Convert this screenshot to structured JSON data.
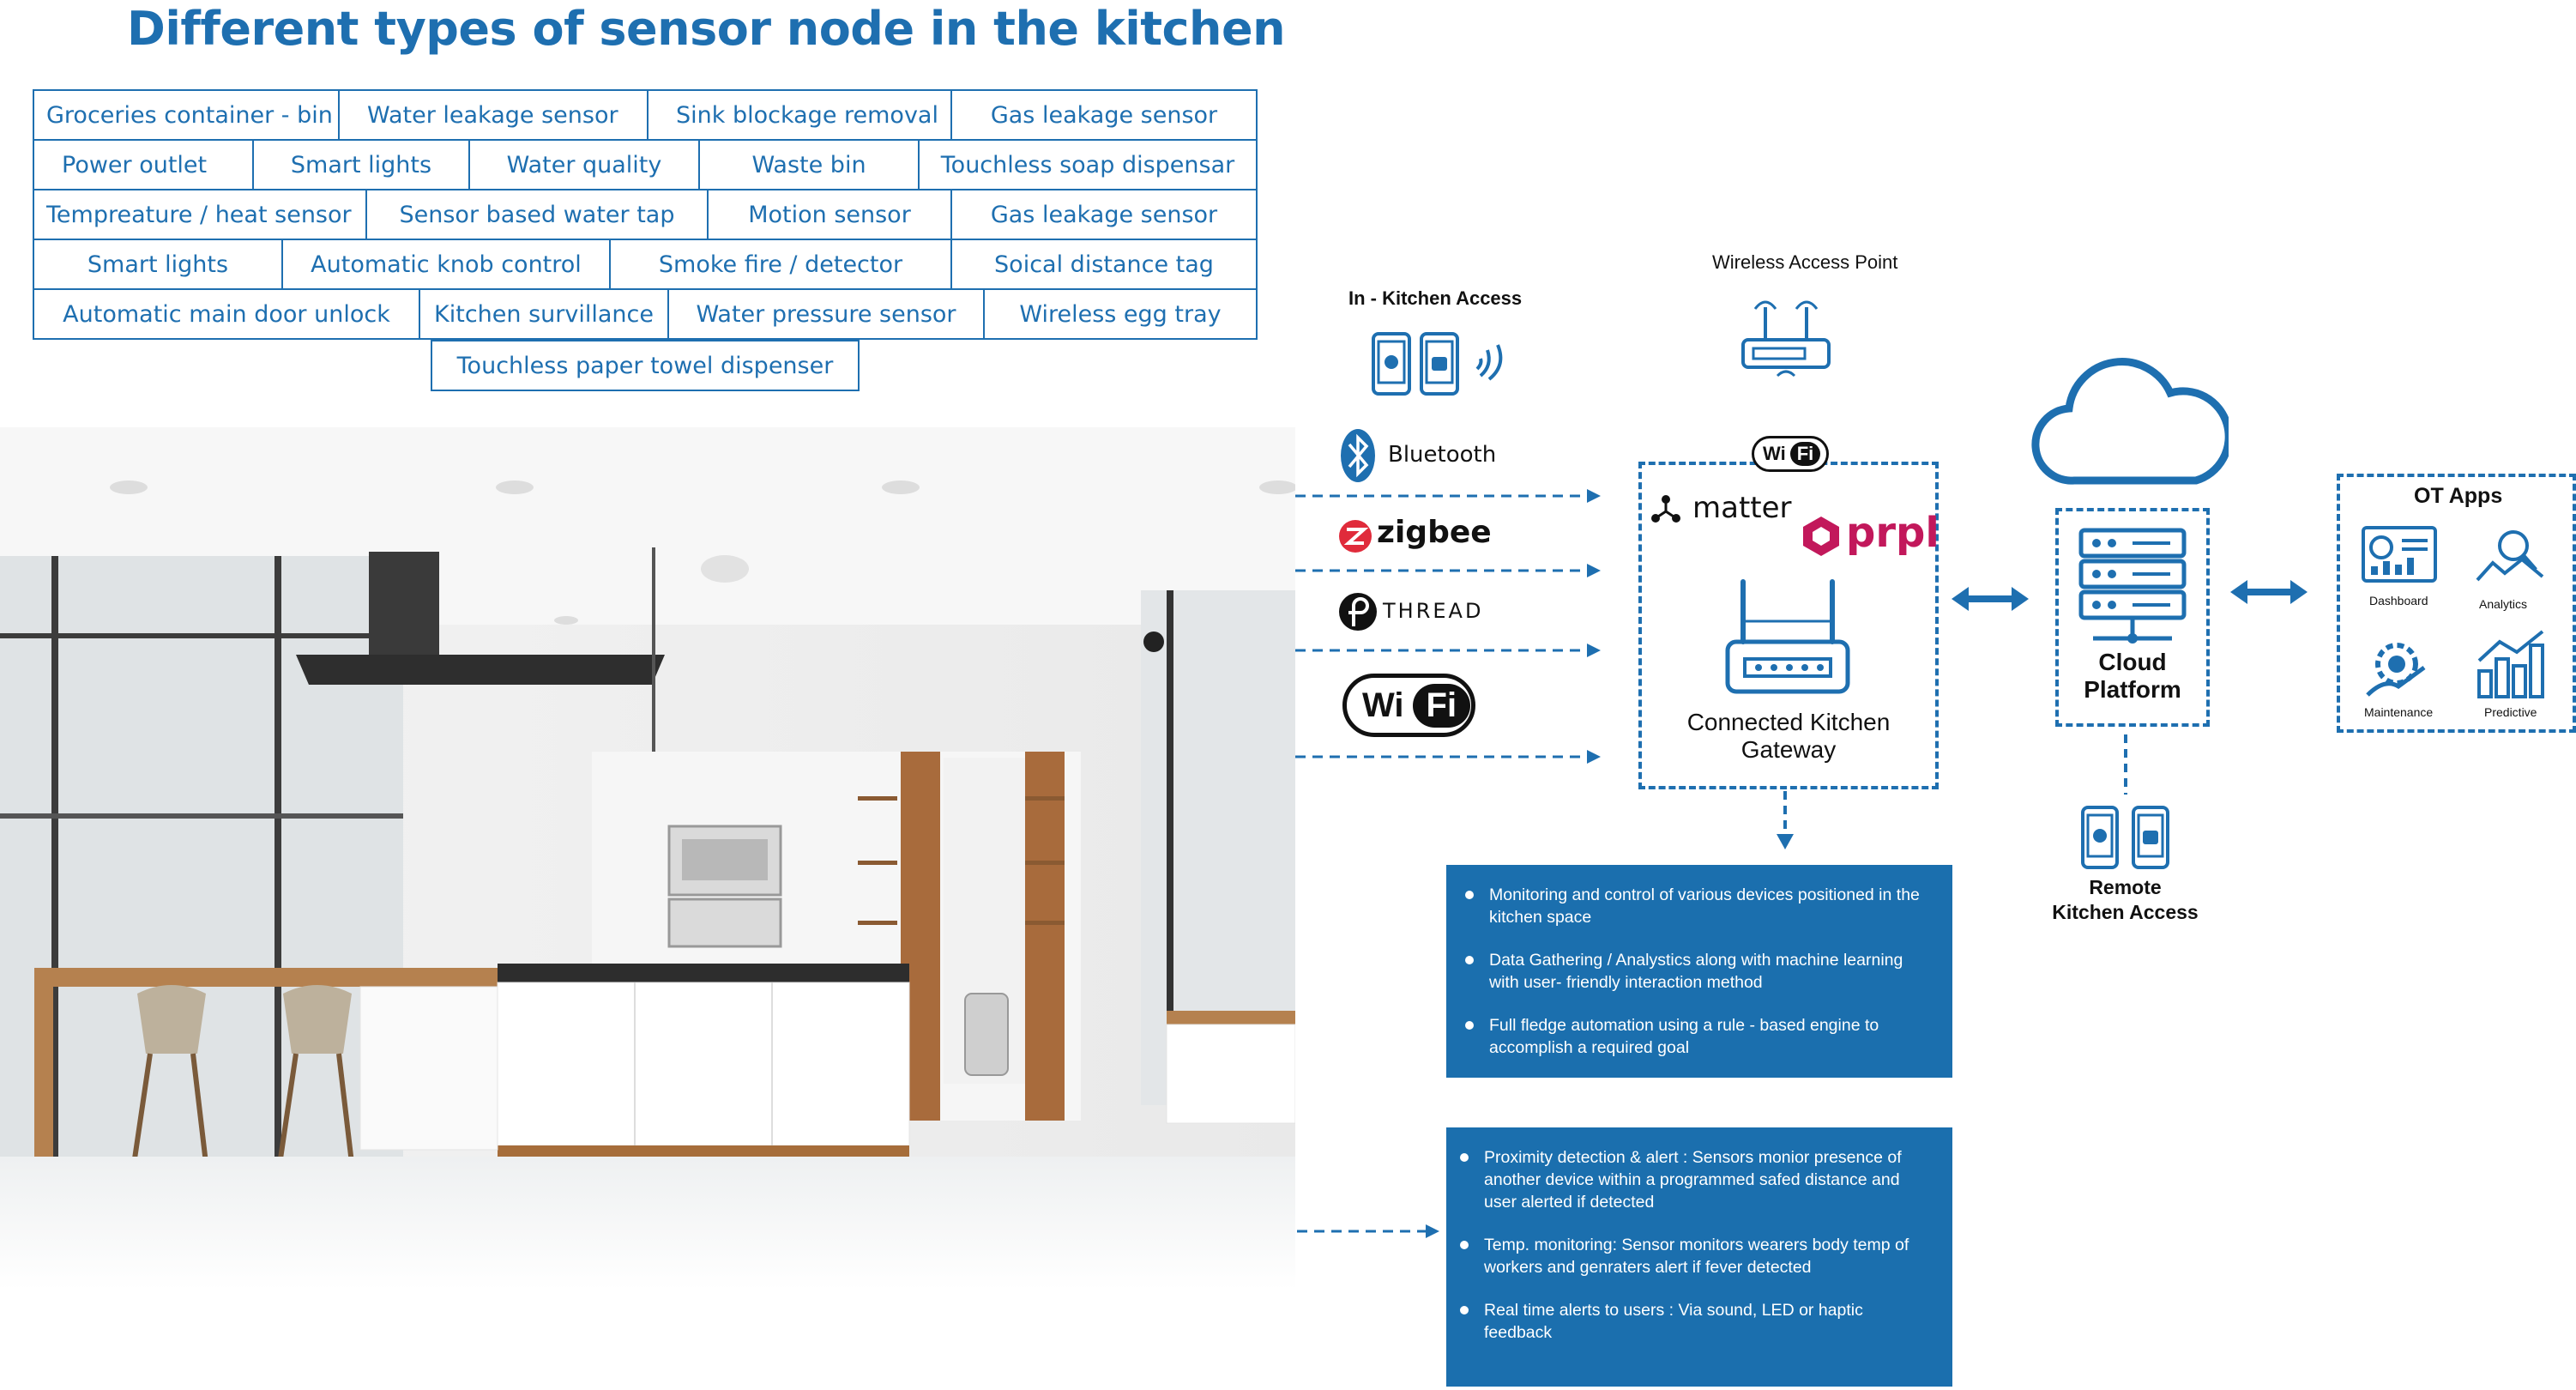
{
  "title": "Different types of sensor node in the kitchen",
  "sensor_grid": {
    "rows": [
      [
        "Groceries container - bin",
        "Water leakage sensor",
        "Sink blockage removal",
        "Gas leakage sensor"
      ],
      [
        "Power outlet",
        "Smart lights",
        "Water quality",
        "Waste bin",
        "Touchless soap  dispensar"
      ],
      [
        "Tempreature / heat sensor",
        "Sensor based water tap",
        "Motion sensor",
        "Gas leakage sensor"
      ],
      [
        "Smart lights",
        "Automatic knob control",
        "Smoke fire / detector",
        "Soical distance tag"
      ],
      [
        "Automatic  main door unlock",
        "Kitchen survillance",
        "Water pressure sensor",
        "Wireless egg tray"
      ],
      [
        "Touchless paper towel dispenser"
      ]
    ]
  },
  "in_kitchen_access": {
    "label": "In - Kitchen Access"
  },
  "wireless_access_point": {
    "label": "Wireless Access Point"
  },
  "protocols": {
    "bluetooth": "Bluetooth",
    "zigbee": "zigbee",
    "thread": "THREAD",
    "wifi_wi": "Wi",
    "wifi_fi": "Fi"
  },
  "gateway": {
    "wifi_wi": "Wi",
    "wifi_fi": "Fi",
    "matter": "matter",
    "prpl": "prpl",
    "label_line1": "Connected Kitchen",
    "label_line2": "Gateway"
  },
  "cloud": {
    "label_line1": "Cloud",
    "label_line2": "Platform"
  },
  "remote": {
    "label_line1": "Remote",
    "label_line2": "Kitchen Access"
  },
  "ot_apps": {
    "title": "OT Apps",
    "items": [
      "Dashboard",
      "Analytics",
      "Maintenance",
      "Predictive"
    ]
  },
  "gateway_features": [
    "Monitoring and  control of various devices positioned in the kitchen space",
    "Data Gathering /  Analystics along with machine learning with user- friendly interaction method",
    "Full fledge automation using a rule - based engine to accomplish a required goal"
  ],
  "wearable_features": [
    "Proximity detection & alert : Sensors monior presence of another device within a  programmed safed distance and user alerted if detected",
    "Temp. monitoring: Sensor  monitors wearers body temp  of workers and genraters  alert if fever detected",
    "Real time  alerts to users : Via sound, LED or haptic feedback"
  ],
  "colors": {
    "accent": "#1e6fb0",
    "box": "#1b6fae",
    "zigbee": "#e02b3b",
    "prpl": "#c2185b"
  }
}
